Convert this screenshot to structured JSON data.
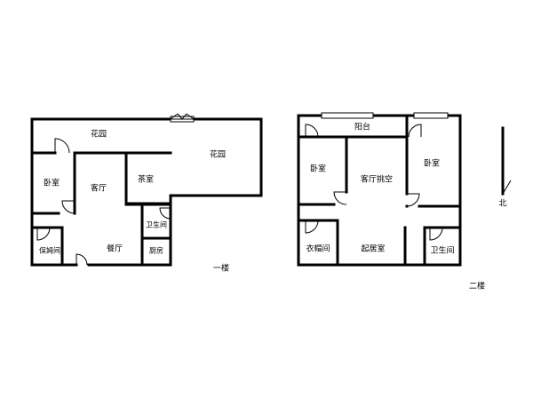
{
  "floor1": {
    "label": "一楼",
    "rooms": {
      "garden_top": "花园",
      "garden_right": "花园",
      "bedroom": "卧室",
      "living": "客厅",
      "tea": "茶室",
      "bath": "卫生间",
      "dining": "餐厅",
      "kitchen": "厨房",
      "nanny": "保姆间"
    }
  },
  "floor2": {
    "label": "二楼",
    "rooms": {
      "balcony": "阳台",
      "bedroom_left": "卧室",
      "living_void": "客厅挑空",
      "bedroom_right": "卧室",
      "closet": "衣帽间",
      "family_room": "起居室",
      "bath": "卫生间"
    }
  },
  "compass": {
    "label": "北"
  }
}
